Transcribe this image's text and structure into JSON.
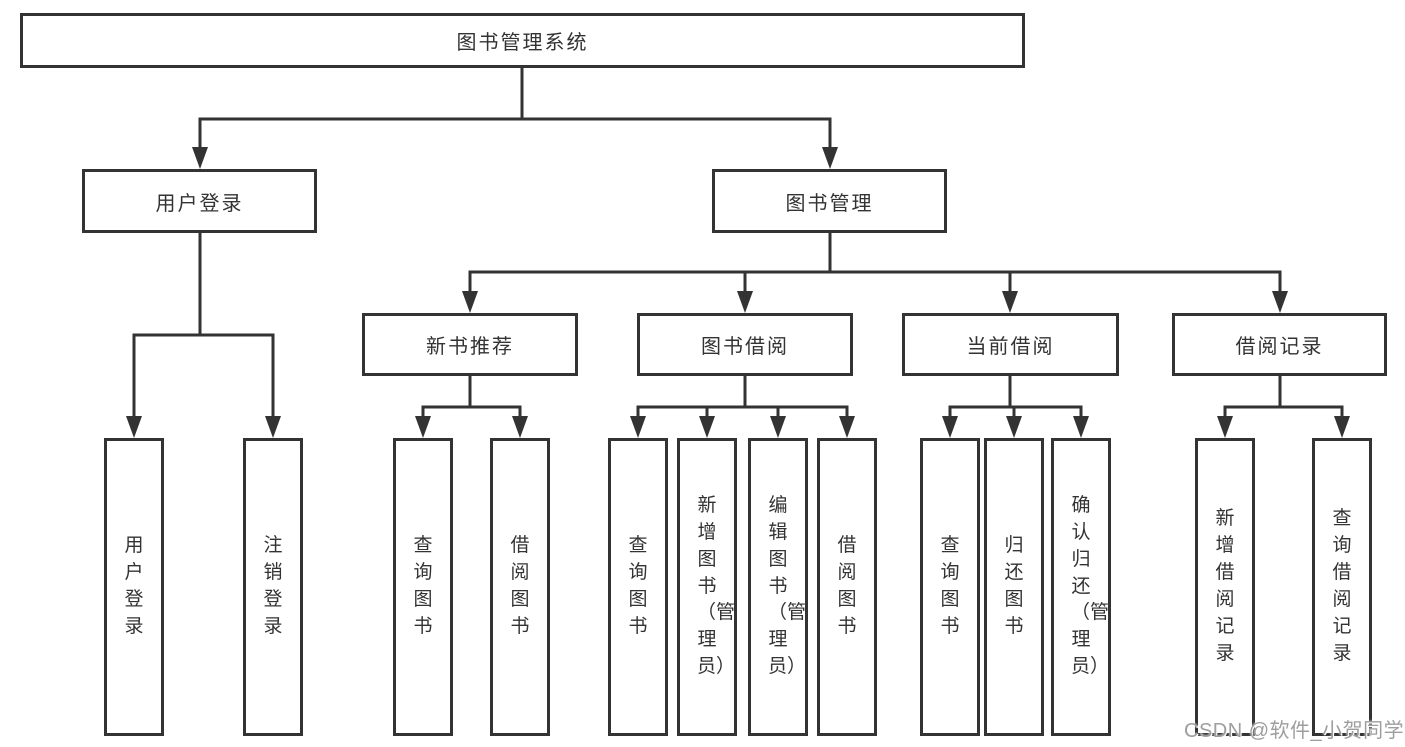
{
  "diagram": {
    "root": {
      "label": "图书管理系统"
    },
    "branches": [
      {
        "label": "用户登录",
        "parent": "图书管理系统"
      },
      {
        "label": "图书管理",
        "parent": "图书管理系统"
      }
    ],
    "modules": [
      {
        "label": "新书推荐",
        "parent": "图书管理"
      },
      {
        "label": "图书借阅",
        "parent": "图书管理"
      },
      {
        "label": "当前借阅",
        "parent": "图书管理"
      },
      {
        "label": "借阅记录",
        "parent": "图书管理"
      }
    ],
    "leaves": [
      {
        "label": "用户登录",
        "parent": "用户登录"
      },
      {
        "label": "注销登录",
        "parent": "用户登录"
      },
      {
        "label": "查询图书",
        "parent": "新书推荐"
      },
      {
        "label": "借阅图书",
        "parent": "新书推荐"
      },
      {
        "label": "查询图书",
        "parent": "图书借阅"
      },
      {
        "label": "新增图书（管理员）",
        "parent": "图书借阅"
      },
      {
        "label": "编辑图书（管理员）",
        "parent": "图书借阅"
      },
      {
        "label": "借阅图书",
        "parent": "图书借阅"
      },
      {
        "label": "查询图书",
        "parent": "当前借阅"
      },
      {
        "label": "归还图书",
        "parent": "当前借阅"
      },
      {
        "label": "确认归还（管理员）",
        "parent": "当前借阅"
      },
      {
        "label": "新增借阅记录",
        "parent": "借阅记录"
      },
      {
        "label": "查询借阅记录",
        "parent": "借阅记录"
      }
    ]
  },
  "watermark": {
    "text": "CSDN @软件_小贺同学"
  },
  "colors": {
    "line": "#333333",
    "box_border": "#333333",
    "text": "#333333",
    "background": "#ffffff",
    "watermark": "#9e9e9e"
  }
}
